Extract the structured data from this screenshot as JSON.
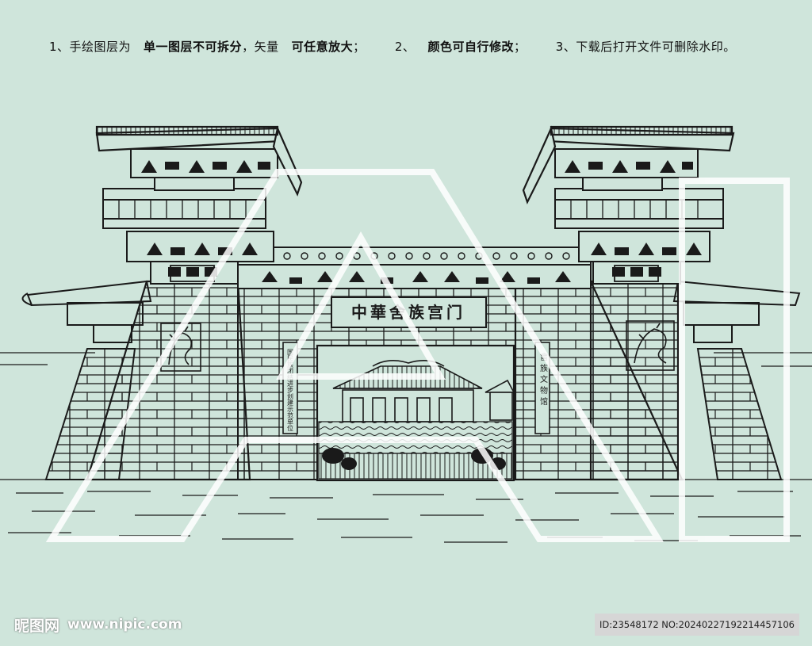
{
  "caption": {
    "item1_prefix": "1、手绘图层为",
    "item1_bold": "单一图层不可拆分",
    "item1_mid": "，矢量",
    "item1_bold2": "可任意放大",
    "item1_end": "；",
    "item2_prefix": "2、",
    "item2_bold": "颜色可自行修改",
    "item2_end": "；",
    "item3": "3、下载后打开文件可删除水印。"
  },
  "gate": {
    "main_plaque": "中華舍族宫门",
    "left_couplet": "国民族团结进步创建示范单位",
    "right_couplet": "畲族文物馆"
  },
  "watermark": {
    "brand": "昵图网",
    "url": "www.nipic.com",
    "id_label": "ID:23548172 NO:20240227192214457106",
    "overlay_letters": "AI"
  },
  "colors": {
    "background": "#cfe5db",
    "line": "#1a1a1a",
    "watermark": "#ffffff",
    "id_box": "#d6d6d6"
  }
}
